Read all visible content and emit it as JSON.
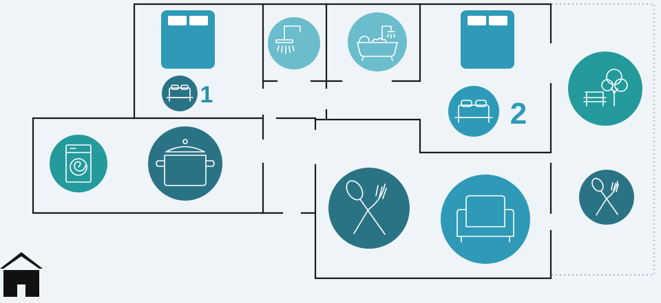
{
  "colors": {
    "background": "#eef4f7",
    "wall": "#1a1a1a",
    "blue": "#2e9ab8",
    "light_blue": "#6bbccc",
    "teal": "#249a9c",
    "dark_teal": "#2a7385",
    "icon_stroke": "#ffffff"
  },
  "rooms": [
    {
      "id": "bedroom-1",
      "number": "1",
      "icons": [
        "bed-icon",
        "double-bed-icon"
      ]
    },
    {
      "id": "bedroom-2",
      "number": "2",
      "icons": [
        "bed-icon",
        "double-bed-icon"
      ]
    },
    {
      "id": "shower-room",
      "icons": [
        "shower-icon"
      ]
    },
    {
      "id": "bathroom",
      "icons": [
        "bathtub-icon"
      ]
    },
    {
      "id": "kitchen",
      "icons": [
        "washing-machine-icon",
        "cooking-pot-icon"
      ]
    },
    {
      "id": "dining",
      "icons": [
        "cutlery-icon"
      ]
    },
    {
      "id": "living-room",
      "icons": [
        "armchair-icon"
      ]
    },
    {
      "id": "terrace",
      "icons": [
        "garden-bench-icon",
        "cutlery-icon"
      ]
    }
  ],
  "entrance_icon": "house-entrance-icon"
}
